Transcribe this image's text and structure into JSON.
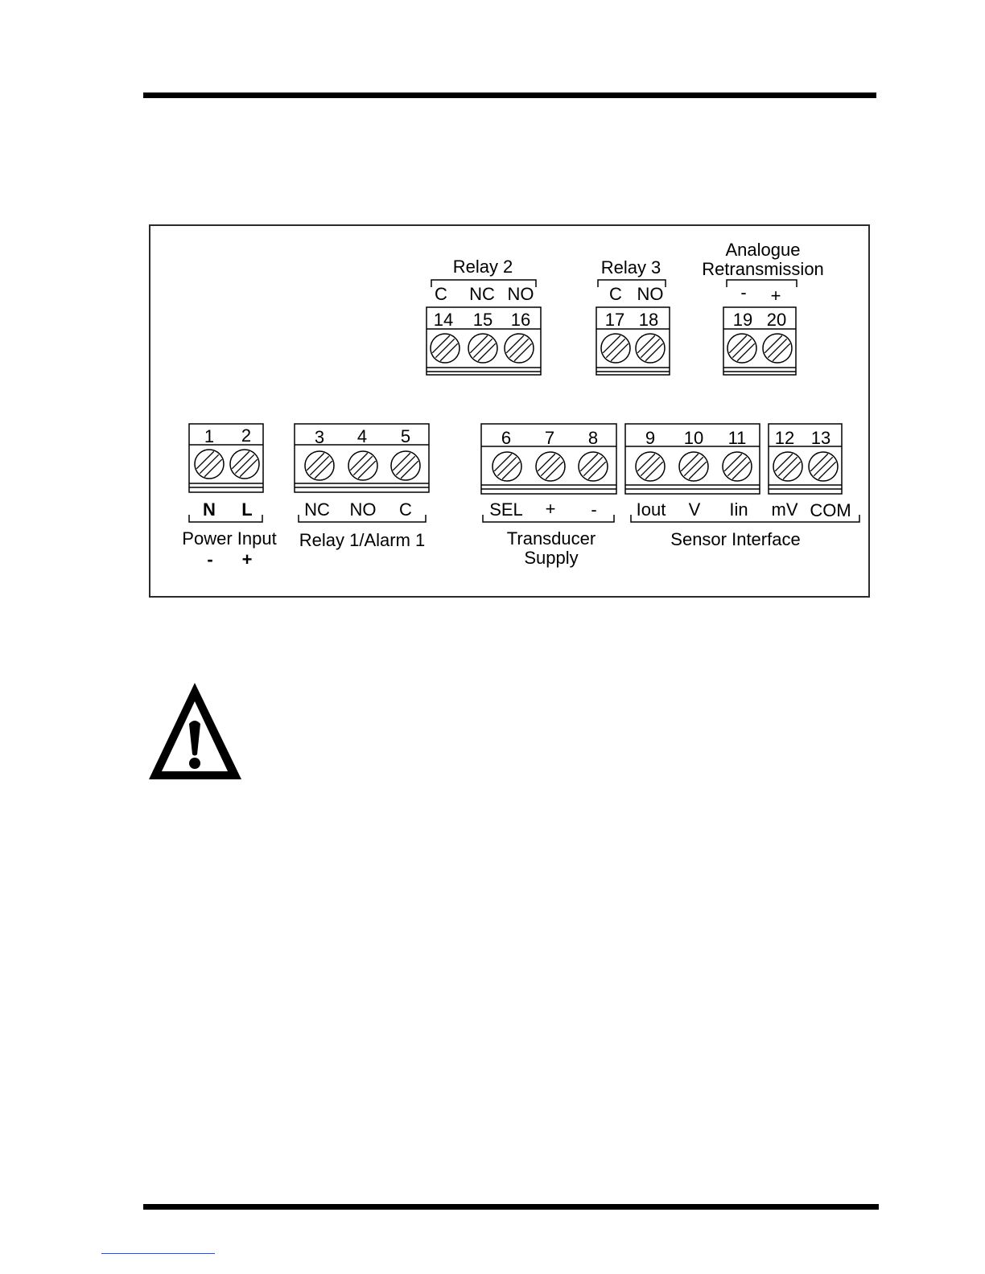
{
  "diagram": {
    "upper_groups": [
      {
        "title": "Relay 2",
        "pins": [
          "C",
          "NC",
          "NO"
        ],
        "terminals": [
          "14",
          "15",
          "16"
        ]
      },
      {
        "title": "Relay 3",
        "pins": [
          "C",
          "NO"
        ],
        "terminals": [
          "17",
          "18"
        ]
      },
      {
        "title_line1": "Analogue",
        "title_line2": "Retransmission",
        "pins": [
          "-",
          "+"
        ],
        "terminals": [
          "19",
          "20"
        ]
      }
    ],
    "lower_groups": [
      {
        "terminals": [
          "1",
          "2"
        ],
        "pins": [
          "N",
          "L"
        ],
        "title": "Power Input",
        "polarity": [
          "-",
          "+"
        ]
      },
      {
        "terminals": [
          "3",
          "4",
          "5"
        ],
        "pins": [
          "NC",
          "NO",
          "C"
        ],
        "title": "Relay 1/Alarm 1"
      },
      {
        "terminals": [
          "6",
          "7",
          "8"
        ],
        "pins": [
          "SEL",
          "+",
          "-"
        ],
        "title_line1": "Transducer",
        "title_line2": "Supply"
      },
      {
        "terminals": [
          "9",
          "10",
          "11",
          "12",
          "13"
        ],
        "pins": [
          "Iout",
          "V",
          "Iin",
          "mV",
          "COM"
        ],
        "title": "Sensor Interface"
      }
    ]
  },
  "warning_icon": "warning-triangle-icon",
  "screw_icon": "screw-terminal-icon"
}
